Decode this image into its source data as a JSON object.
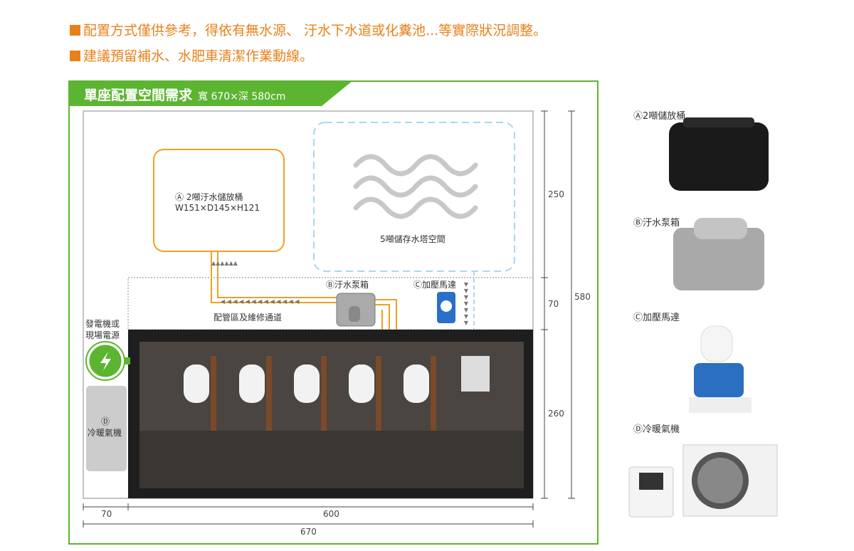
{
  "notes": [
    "配置方式僅供參考，得依有無水源、 汙水下水道或化糞池...等實際狀況調整。",
    "建議預留補水、水肥車清潔作業動線。"
  ],
  "header": {
    "title": "單座配置空間需求",
    "subtitle": "寬 670×深 580cm"
  },
  "plan": {
    "tank_a_label": "Ⓐ 2噸汙水儲放桶",
    "tank_a_size": "W151×D145×H121",
    "water_tower": "5噸儲存水塔空間",
    "pump_b": "Ⓑ汙水泵箱",
    "motor_c": "Ⓒ加壓馬達",
    "pipe_area": "配管區及維修通道",
    "generator_1": "發電機或",
    "generator_2": "現場電源",
    "ac_d_1": "Ⓓ",
    "ac_d_2": "冷暖氣機"
  },
  "dimensions": {
    "v1": "250",
    "v2": "70",
    "v3": "260",
    "total_depth": "580",
    "h1": "70",
    "h2": "600",
    "total_width": "670"
  },
  "products": [
    {
      "label": "Ⓐ2噸儲放桶"
    },
    {
      "label": "Ⓑ汙水泵箱"
    },
    {
      "label": "Ⓒ加壓馬達"
    },
    {
      "label": "Ⓓ冷暖氣機"
    }
  ],
  "colors": {
    "accent": "#e8811a",
    "green": "#5cb531",
    "pipe": "#f0a020",
    "dashed": "#a8d8f0"
  }
}
